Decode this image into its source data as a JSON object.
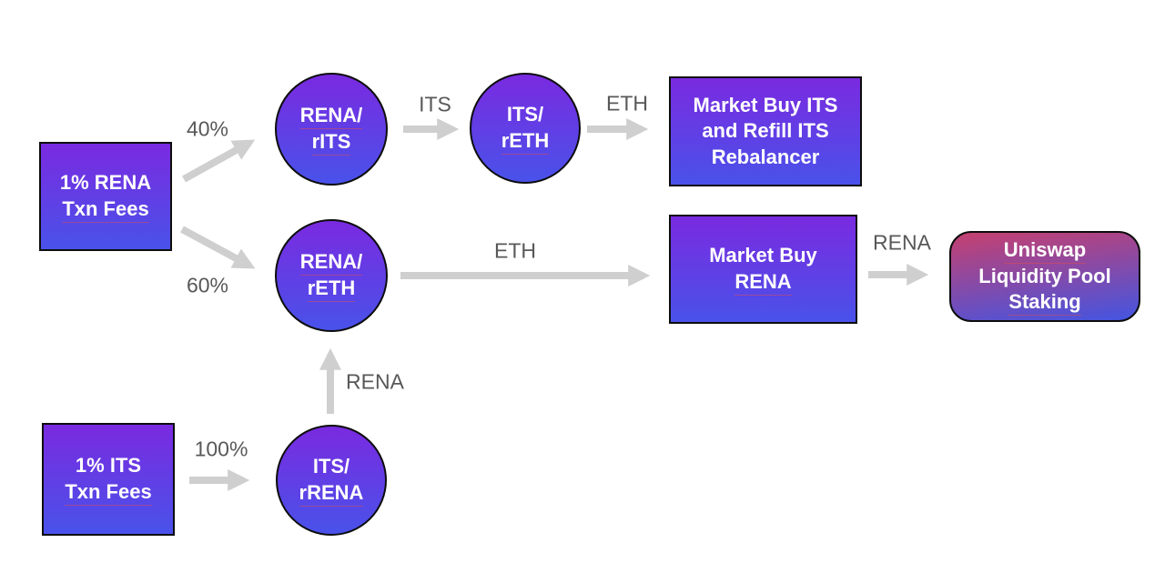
{
  "diagram": {
    "title": "Token fee flow diagram",
    "colors": {
      "background": "#ffffff",
      "node_gradient_top": "#7a2ae0",
      "node_gradient_bottom": "#4952ea",
      "uniswap_gradient_top": "#c6406f",
      "uniswap_gradient_bottom": "#4355e2",
      "arrow": "#cfcfcf",
      "edge_label_text": "#58585a",
      "node_text": "#ffffff",
      "node_border": "#0d0d0d"
    },
    "nodes": {
      "rena_fees": {
        "line1": "1% RENA",
        "line2": "Txn Fees"
      },
      "rena_rits": {
        "line1": "RENA/",
        "line2": "rITS"
      },
      "its_reth": {
        "line1": "ITS/",
        "line2": "rETH"
      },
      "market_buy_its": {
        "line1": "Market Buy ITS",
        "line2": "and Refill ITS",
        "line3": "Rebalancer"
      },
      "rena_reth": {
        "line1": "RENA/",
        "line2": "rETH"
      },
      "market_buy_rena": {
        "line1": "Market Buy",
        "line2": "RENA"
      },
      "uniswap": {
        "line1": "Uniswap",
        "line2": "Liquidity Pool",
        "line3": "Staking"
      },
      "its_fees": {
        "line1": "1% ITS",
        "line2": "Txn Fees"
      },
      "its_rrena": {
        "line1": "ITS/",
        "line2": "rRENA"
      }
    },
    "edge_labels": {
      "pct_40": "40%",
      "pct_60": "60%",
      "its_top": "ITS",
      "eth_top": "ETH",
      "eth_mid": "ETH",
      "rena_to_uniswap": "RENA",
      "rena_up": "RENA",
      "pct_100": "100%"
    }
  }
}
